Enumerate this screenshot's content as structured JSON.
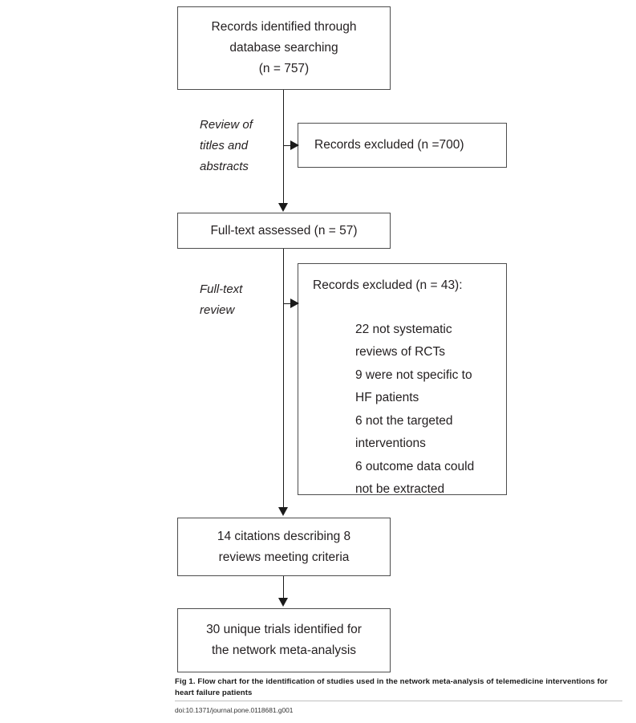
{
  "figure": {
    "type": "flowchart",
    "subtype": "prisma-study-selection",
    "caption": "Fig 1. Flow chart for the identification of studies used in the network meta-analysis of telemedicine interventions for heart failure patients",
    "doi": "doi:10.1371/journal.pone.0118681.g001"
  },
  "nodes": {
    "identified": {
      "lines": [
        "Records identified through",
        "database searching",
        "(n = 757)"
      ],
      "n": 757
    },
    "excluded_screening": {
      "lines": [
        "Records excluded (n =700)"
      ],
      "n": 700
    },
    "fulltext": {
      "lines": [
        "Full-text assessed (n = 57)"
      ],
      "n": 57
    },
    "excluded_fulltext": {
      "header": "Records excluded (n = 43):",
      "n": 43,
      "reasons": [
        {
          "count": 22,
          "lines": [
            "22 not systematic",
            "reviews of RCTs"
          ]
        },
        {
          "count": 9,
          "lines": [
            "9 were not specific to",
            "HF patients"
          ]
        },
        {
          "count": 6,
          "lines": [
            "6 not the targeted",
            "interventions"
          ]
        },
        {
          "count": 6,
          "lines": [
            "6 outcome data could",
            "not be extracted"
          ]
        }
      ]
    },
    "citations": {
      "lines": [
        "14 citations describing 8",
        "reviews meeting criteria"
      ],
      "citations_n": 14,
      "reviews_n": 8
    },
    "trials": {
      "lines": [
        "30 unique trials identified for",
        "the network meta-analysis"
      ],
      "n": 30
    }
  },
  "labels": {
    "screening": [
      "Review of",
      "titles and",
      "abstracts"
    ],
    "fulltext_review": [
      "Full-text",
      "review"
    ]
  },
  "colors": {
    "box_border": "#4d4d4d",
    "connector": "#1a1a1a",
    "text": "#231f20",
    "background": "#ffffff",
    "rule": "#bfbfbf"
  }
}
